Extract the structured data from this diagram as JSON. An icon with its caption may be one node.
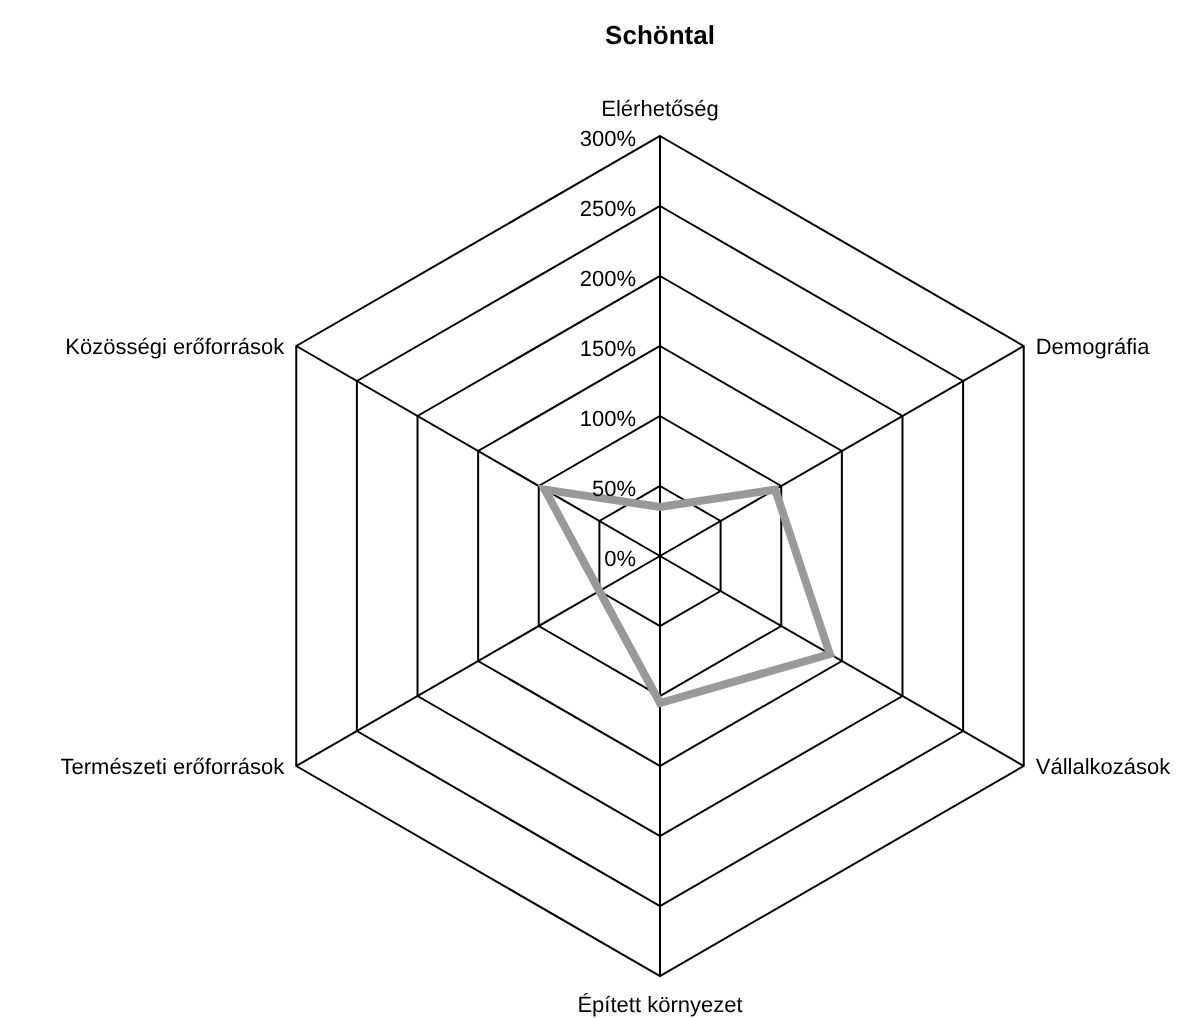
{
  "diagram": {
    "title": "Schöntal",
    "labels": [
      "Elérhetőség",
      "300%",
      "250%",
      "200%",
      "Közösségi erőforrások",
      "Demográfia",
      "150%",
      "100%",
      "50%",
      "0%",
      "Természeti erőforrások",
      "Vállalkozások",
      "Épített környezet"
    ]
  }
}
